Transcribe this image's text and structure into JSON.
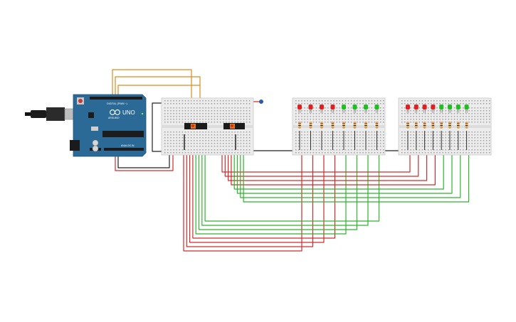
{
  "arduino": {
    "board_label": "UNO",
    "brand_label": "ARDUINO",
    "digital_header_label": "DIGITAL (PWM ~)",
    "analog_header_label": "ANALOG IN",
    "board_color": "#2b6a96",
    "icon": "arduino-infinity-logo"
  },
  "led_colors": {
    "red": "#e02020",
    "green": "#1fbf1f"
  },
  "wire_colors": {
    "red": "#d42a2a",
    "green": "#2db52d",
    "orange": "#e08a1e",
    "black": "#222222",
    "blue": "#3b78c9"
  },
  "breadboards": [
    {
      "name": "switch-breadboard",
      "components": [
        "dip-switch",
        "dip-switch"
      ]
    },
    {
      "name": "led-breadboard-1",
      "leds": [
        "red",
        "red",
        "red",
        "red",
        "green",
        "green",
        "green",
        "green"
      ]
    },
    {
      "name": "led-breadboard-2",
      "leds": [
        "red",
        "red",
        "red",
        "red",
        "green",
        "green",
        "green",
        "green"
      ]
    }
  ]
}
